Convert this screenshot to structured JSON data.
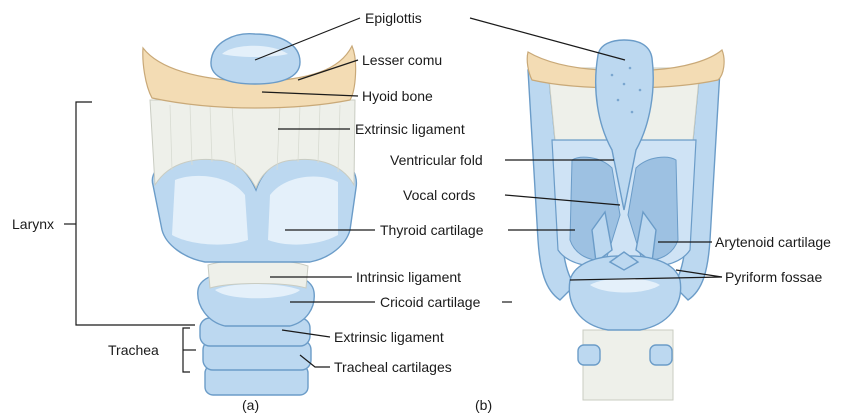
{
  "labels": {
    "epiglottis": "Epiglottis",
    "lesser_cornu": "Lesser comu",
    "hyoid_bone": "Hyoid bone",
    "extrinsic_ligament_upper": "Extrinsic ligament",
    "ventricular_fold": "Ventricular fold",
    "vocal_cords": "Vocal cords",
    "thyroid_cartilage": "Thyroid cartilage",
    "arytenoid_cartilage": "Arytenoid cartilage",
    "intrinsic_ligament": "Intrinsic ligament",
    "pyriform_fossae": "Pyriform fossae",
    "cricoid_cartilage": "Cricoid cartilage",
    "extrinsic_ligament_lower": "Extrinsic ligament",
    "tracheal_cartilages": "Tracheal cartilages",
    "larynx": "Larynx",
    "trachea": "Trachea",
    "panel_a": "(a)",
    "panel_b": "(b)"
  },
  "colors": {
    "cartilage": "#bcd8f0",
    "cartilage_outline": "#6b9cc8",
    "bone": "#f3dcb4",
    "ligament": "#eef0ea"
  }
}
